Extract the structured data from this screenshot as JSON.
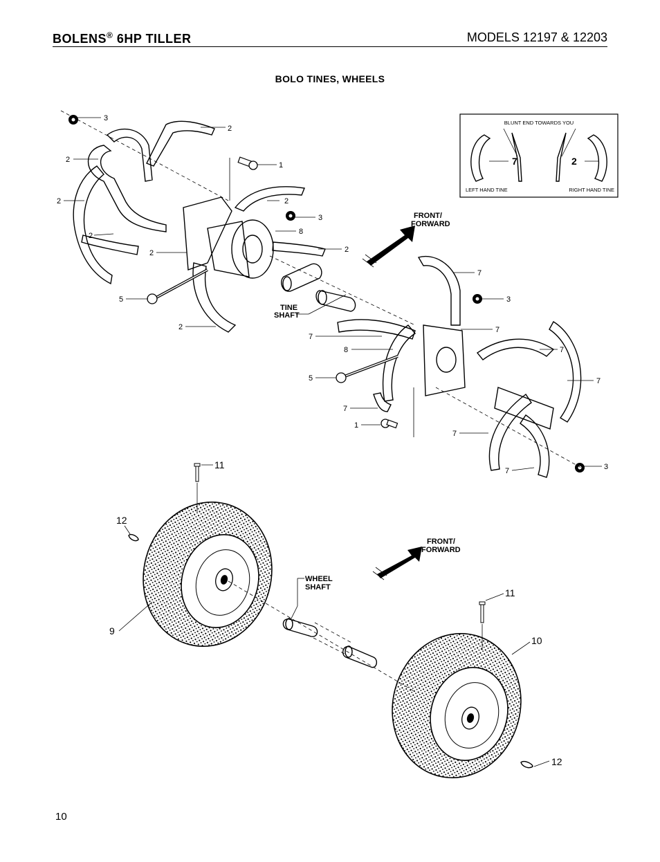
{
  "header": {
    "brand": "BOLENS",
    "reg_mark": "®",
    "product": "6HP TILLER",
    "models": "MODELS 12197 & 12203"
  },
  "section_title": "BOLO TINES, WHEELS",
  "page_number": "10",
  "inset": {
    "caption": "BLUNT END TOWARDS YOU",
    "left_label": "LEFT HAND TINE",
    "right_label": "RIGHT HAND TINE",
    "left_number": "7",
    "right_number": "2"
  },
  "labels": {
    "front_forward_1_a": "FRONT/",
    "front_forward_1_b": "FORWARD",
    "front_forward_2_a": "FRONT/",
    "front_forward_2_b": "FORWARD",
    "tine_shaft_a": "TINE",
    "tine_shaft_b": "SHAFT",
    "wheel_shaft_a": "WHEEL",
    "wheel_shaft_b": "SHAFT"
  },
  "callouts": {
    "c3a": "3",
    "c2a": "2",
    "c2b": "2",
    "c1a": "1",
    "c2c": "2",
    "c2d": "2",
    "c3b": "3",
    "c8a": "8",
    "c2e": "2",
    "c2f": "2",
    "c2g": "2",
    "c5a": "5",
    "c2h": "2",
    "c7a": "7",
    "c3c": "3",
    "c7b": "7",
    "c7c": "7",
    "c8b": "8",
    "c7d": "7",
    "c7e": "7",
    "c5b": "5",
    "c7f": "7",
    "c1b": "1",
    "c7g": "7",
    "c7h": "7",
    "c3d": "3",
    "c11a": "11",
    "c12a": "12",
    "c9": "9",
    "c11b": "11",
    "c10": "10",
    "c12b": "12"
  }
}
